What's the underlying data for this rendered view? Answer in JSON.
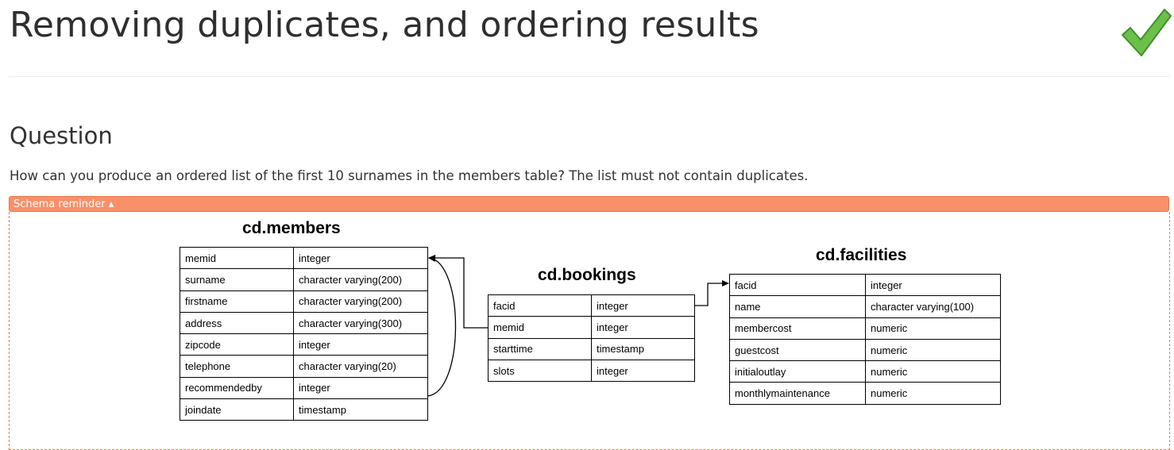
{
  "header": {
    "title": "Removing duplicates, and ordering results",
    "status_icon": "checkmark-icon",
    "status_color": "#3aa53a"
  },
  "question": {
    "heading": "Question",
    "text": "How can you produce an ordered list of the first 10 surnames in the members table? The list must not contain duplicates."
  },
  "schema": {
    "toggle_label": "Schema reminder ▴",
    "accent_color": "#f9906a",
    "tables": {
      "members": {
        "name": "cd.members",
        "rows": [
          {
            "column": "memid",
            "type": "integer"
          },
          {
            "column": "surname",
            "type": "character varying(200)"
          },
          {
            "column": "firstname",
            "type": "character varying(200)"
          },
          {
            "column": "address",
            "type": "character varying(300)"
          },
          {
            "column": "zipcode",
            "type": "integer"
          },
          {
            "column": "telephone",
            "type": "character varying(20)"
          },
          {
            "column": "recommendedby",
            "type": "integer"
          },
          {
            "column": "joindate",
            "type": "timestamp"
          }
        ]
      },
      "bookings": {
        "name": "cd.bookings",
        "rows": [
          {
            "column": "facid",
            "type": "integer"
          },
          {
            "column": "memid",
            "type": "integer"
          },
          {
            "column": "starttime",
            "type": "timestamp"
          },
          {
            "column": "slots",
            "type": "integer"
          }
        ]
      },
      "facilities": {
        "name": "cd.facilities",
        "rows": [
          {
            "column": "facid",
            "type": "integer"
          },
          {
            "column": "name",
            "type": "character varying(100)"
          },
          {
            "column": "membercost",
            "type": "numeric"
          },
          {
            "column": "guestcost",
            "type": "numeric"
          },
          {
            "column": "initialoutlay",
            "type": "numeric"
          },
          {
            "column": "monthlymaintenance",
            "type": "numeric"
          }
        ]
      }
    }
  }
}
